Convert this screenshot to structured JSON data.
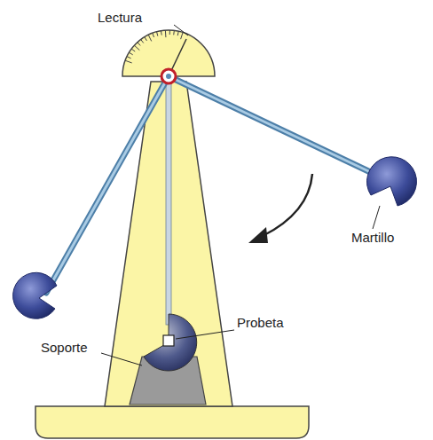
{
  "diagram": {
    "labels": [
      "Lectura",
      "Martillo",
      "Probeta",
      "Soporte"
    ]
  }
}
